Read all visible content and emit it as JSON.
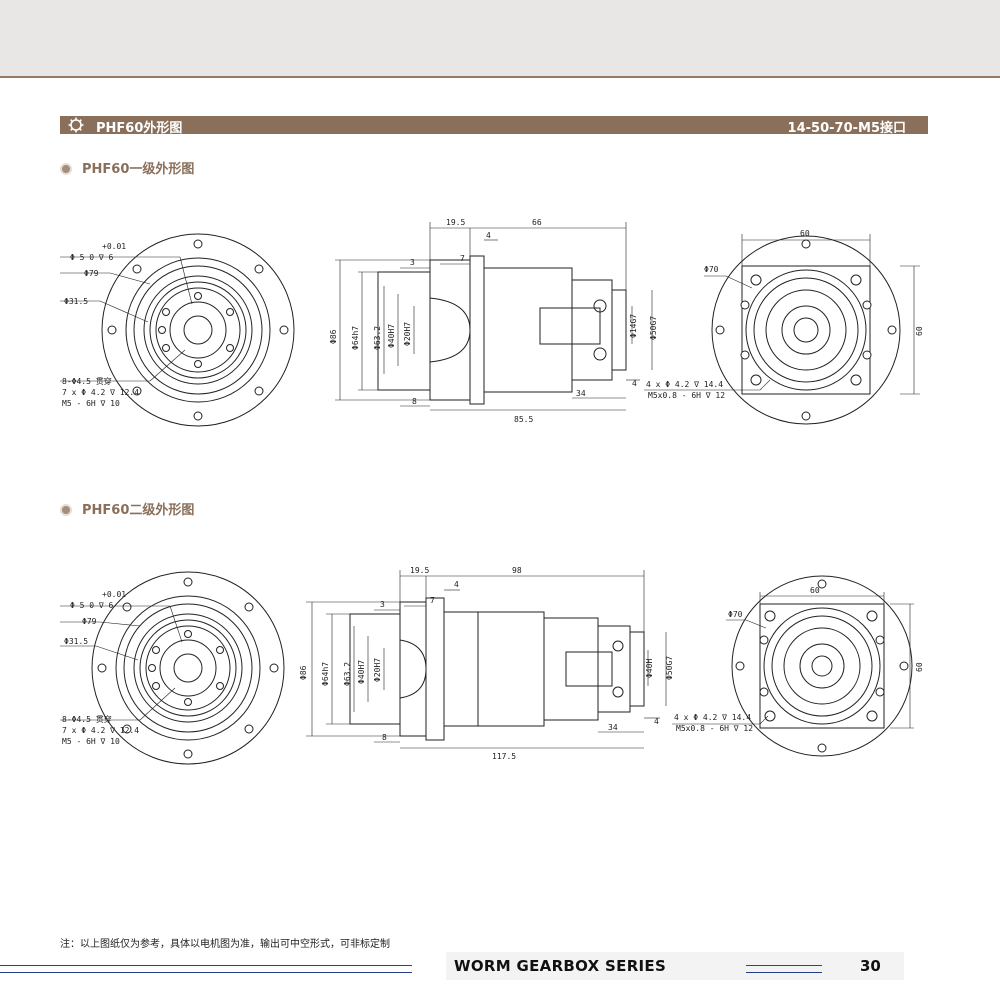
{
  "header_bar": {
    "title": "PHF60外形图",
    "spec": "14-50-70-M5接口"
  },
  "sections": [
    {
      "title": "PHF60一级外形图",
      "front_view": {
        "callouts": [
          "+0.01",
          "Φ 5   0  ∇ 6",
          "Φ79",
          "Φ31.5",
          "8-Φ4.5 贯穿",
          "7 x Φ 4.2 ∇ 12.4",
          "M5 - 6H ∇ 10"
        ]
      },
      "side_view": {
        "dims_top": [
          "19.5",
          "66",
          "4",
          "3",
          "7"
        ],
        "dims_left": [
          "Φ86",
          "Φ64h7",
          "Φ63.2",
          "Φ40H7",
          "Φ20H7"
        ],
        "dims_right": [
          "Φ14G7",
          "Φ50G7"
        ],
        "dims_bottom": [
          "8",
          "34",
          "85.5",
          "4"
        ]
      },
      "rear_view": {
        "dims": [
          "60",
          "Φ70",
          "60"
        ],
        "callouts": [
          "4 x Φ 4.2 ∇ 14.4",
          "M5x0.8 - 6H ∇ 12"
        ]
      }
    },
    {
      "title": "PHF60二级外形图",
      "front_view": {
        "callouts": [
          "+0.01",
          "Φ 5   0  ∇ 6",
          "Φ79",
          "Φ31.5",
          "8-Φ4.5 贯穿",
          "7 x Φ 4.2 ∇ 12.4",
          "M5 - 6H ∇ 10"
        ]
      },
      "side_view": {
        "dims_top": [
          "19.5",
          "98",
          "4",
          "3",
          "7"
        ],
        "dims_left": [
          "Φ86",
          "Φ64h7",
          "Φ63.2",
          "Φ40H7",
          "Φ20H7"
        ],
        "dims_right": [
          "Φ40H",
          "Φ50G7"
        ],
        "dims_bottom": [
          "8",
          "34",
          "117.5",
          "4"
        ]
      },
      "rear_view": {
        "dims": [
          "60",
          "Φ70",
          "60"
        ],
        "callouts": [
          "4 x Φ 4.2 ∇ 14.4",
          "M5x0.8 - 6H ∇ 12"
        ]
      }
    }
  ],
  "note": "注：以上图纸仅为参考，具体以电机图为准，输出可中空形式，可非标定制",
  "footer": {
    "series": "WORM GEARBOX SERIES",
    "page": "30"
  },
  "colors": {
    "accent": "#8a6f5a",
    "footer_red": "#b01818",
    "footer_blue": "#1f3f8a"
  }
}
